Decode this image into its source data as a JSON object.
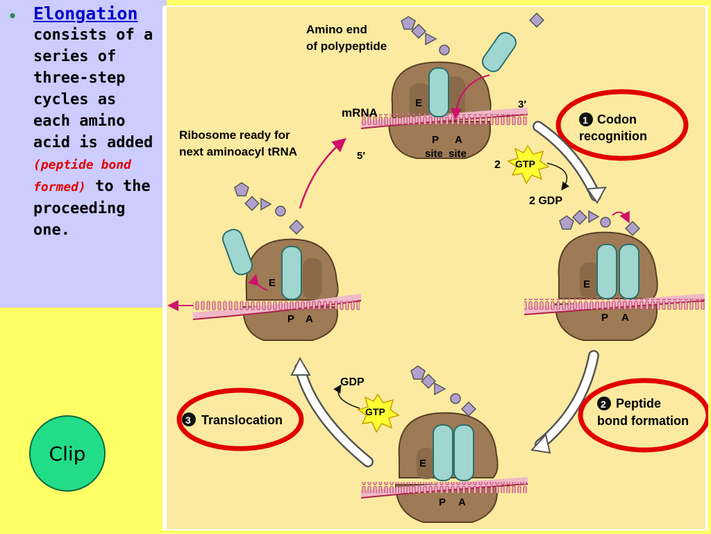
{
  "slide": {
    "title": "Elongation",
    "body_before": "consists of a series of three-step cycles as each amino acid is added",
    "red_text": "(peptide bond formed)",
    "body_after": "to the proceeding one.",
    "clip_label": "Clip"
  },
  "diagram": {
    "amino_end": "Amino end",
    "of_polypeptide": "of polypeptide",
    "mrna": "mRNA",
    "three_prime": "3′",
    "five_prime": "5′",
    "ribosome_ready_1": "Ribosome ready for",
    "ribosome_ready_2": "next aminoacyl tRNA",
    "site_p": "P",
    "site_a": "A",
    "site_e": "E",
    "site_word_1": "site",
    "site_word_2": "site",
    "step1_num": "1",
    "step1_label_1": "Codon",
    "step1_label_2": "recognition",
    "step2_num": "2",
    "step2_label_1": "Peptide",
    "step2_label_2": "bond formation",
    "step3_num": "3",
    "step3_label": "Translocation",
    "gtp": "GTP",
    "gdp": "GDP",
    "two_prefix": "2",
    "two_gdp": "2 GDP"
  },
  "colors": {
    "ribosome": "#9e7a55",
    "trna": "#9fd6d0",
    "amino": "#b0a0cc",
    "mrna": "#f0b8c8",
    "mrna_line": "#b0204a",
    "highlight": "#e00000",
    "arrow": "#d0106a",
    "gtp": "#ffff33"
  }
}
